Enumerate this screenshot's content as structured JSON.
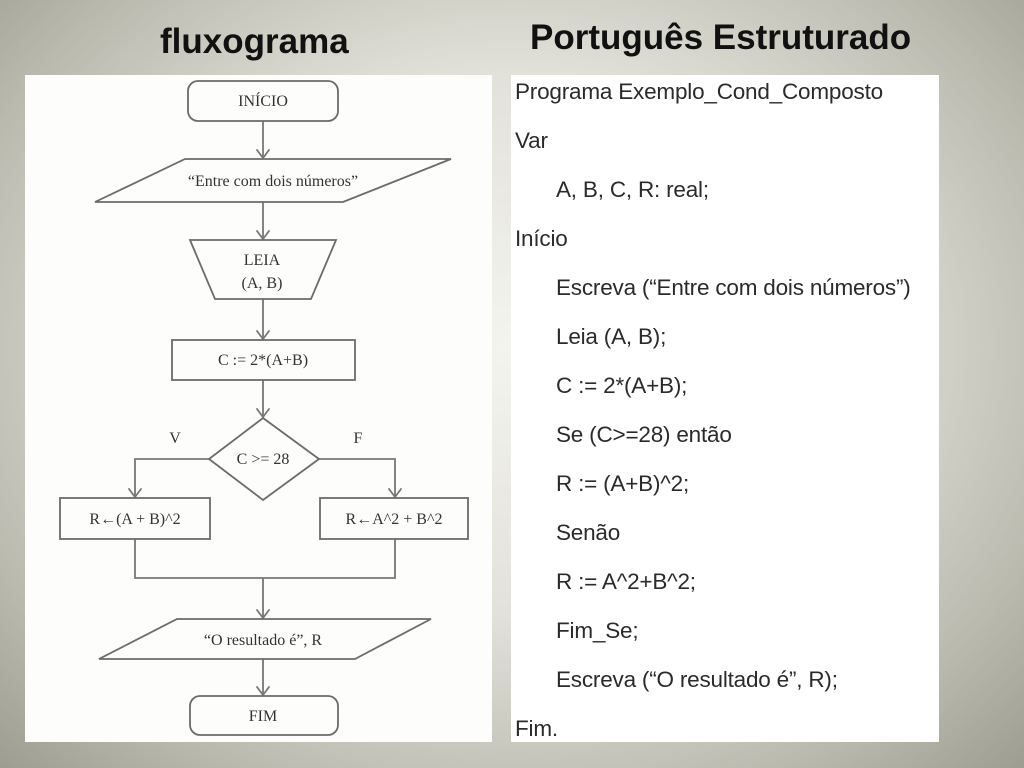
{
  "headings": {
    "flowchart": "fluxograma",
    "structured": "Português Estruturado"
  },
  "flowchart": {
    "start": "INÍCIO",
    "output_prompt": "“Entre com dois números”",
    "read_label": "LEIA",
    "read_vars": "(A, B)",
    "process": "C :=  2*(A+B)",
    "decision": "C >= 28",
    "true_label": "V",
    "false_label": "F",
    "true_branch": "R←(A + B)^2",
    "false_branch": "R←A^2 + B^2",
    "output_result": "“O resultado é”, R",
    "end": "FIM"
  },
  "pseudocode": {
    "lines": [
      "Programa Exemplo_Cond_Composto",
      "Var",
      "A, B, C, R: real;",
      "Início",
      "Escreva (“Entre com dois números”)",
      "Leia (A, B);",
      "C := 2*(A+B);",
      "Se (C>=28) então",
      "R := (A+B)^2;",
      "Senão",
      "R := A^2+B^2;",
      "Fim_Se;",
      "Escreva (“O resultado é”, R);",
      "Fim."
    ]
  }
}
